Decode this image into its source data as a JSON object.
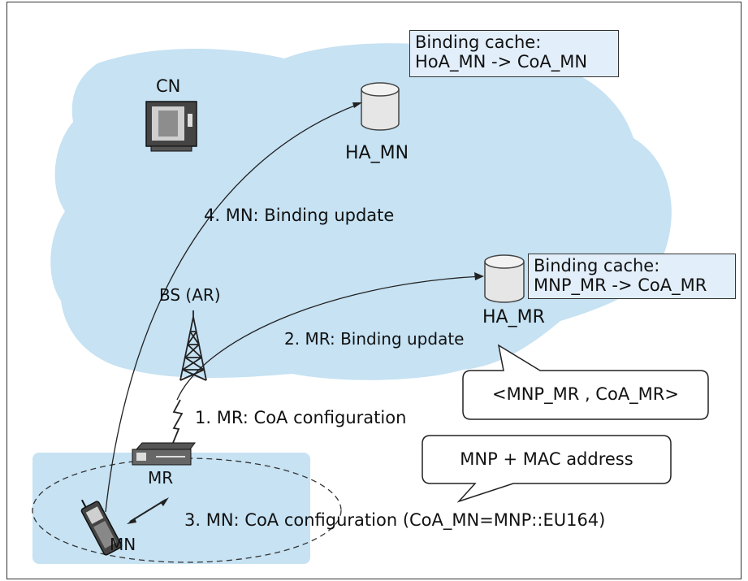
{
  "nodes": {
    "cn": "CN",
    "ha_mn": "HA_MN",
    "ha_mr": "HA_MR",
    "bs": "BS (AR)",
    "mr": "MR",
    "mn": "MN"
  },
  "binding_caches": {
    "ha_mn": {
      "line1": "Binding cache:",
      "line2": "HoA_MN -> CoA_MN"
    },
    "ha_mr": {
      "line1": "Binding cache:",
      "line2": "MNP_MR -> CoA_MR"
    }
  },
  "steps": {
    "step1": "1. MR: CoA configuration",
    "step2": "2. MR: Binding update",
    "step3": "3. MN: CoA configuration (CoA_MN=MNP::EU164)",
    "step4": "4. MN: Binding update"
  },
  "callouts": {
    "mnp_coa": "<MNP_MR , CoA_MR>",
    "mnp_mac": "MNP + MAC address"
  },
  "colors": {
    "cloud": "#c6e2f3",
    "subnet": "#c6e2f3",
    "cache_box": "#e2eefa",
    "line": "#222222"
  }
}
